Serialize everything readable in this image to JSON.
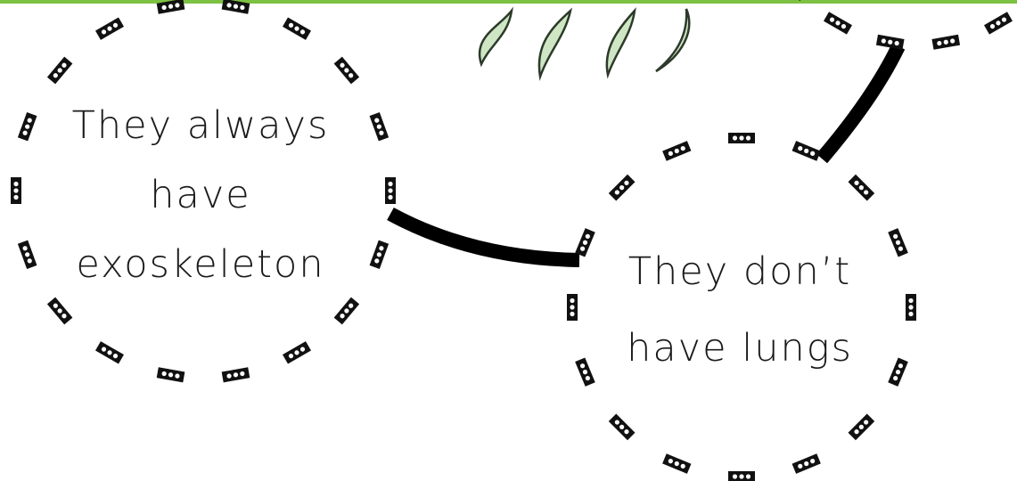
{
  "colors": {
    "accent_bar": "#7dc142",
    "dash_fill": "#111111",
    "dash_dots": "#ffffff",
    "connector": "#000000",
    "leaf_fill": "#cfe6c4",
    "leaf_stroke": "#2c3a2a",
    "text": "#1a1a1a"
  },
  "bubbles": {
    "left": {
      "lines": [
        "They always",
        "have",
        "exoskeleton"
      ]
    },
    "right": {
      "lines": [
        "They don’t",
        "have lungs"
      ]
    }
  },
  "decorations": {
    "leaves_icon": "grass-leaves-icon"
  }
}
